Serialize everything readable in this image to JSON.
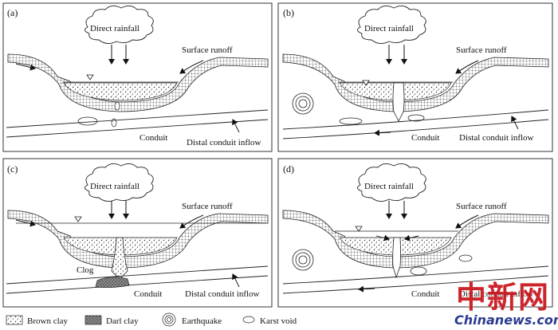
{
  "panels": [
    {
      "tag": "(a)",
      "cloud": "Direct rainfall",
      "runoff": "Surface runoff",
      "conduit": "Conduit",
      "inflow": "Distal conduit inflow"
    },
    {
      "tag": "(b)",
      "cloud": "Direct rainfall",
      "runoff": "Surface runoff",
      "conduit": "Conduit",
      "inflow": "Distal conduit inflow"
    },
    {
      "tag": "(c)",
      "cloud": "Direct rainfall",
      "runoff": "Surface runoff",
      "conduit": "Conduit",
      "inflow": "Distal conduit inflow",
      "clog": "Clog"
    },
    {
      "tag": "(d)",
      "cloud": "Direct rainfall",
      "runoff": "Surface runoff",
      "conduit": "Conduit",
      "inflow": "Distal conduit inflow"
    }
  ],
  "legend": {
    "brown_clay": "Brown clay",
    "darl_clay": "Darl  clay",
    "earthquake": "Earthquake",
    "karst_void": "Karst void"
  },
  "watermark": {
    "chinese": "中新网",
    "url": "Chinanews.com"
  }
}
